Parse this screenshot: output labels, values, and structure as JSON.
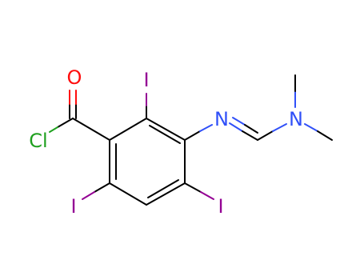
{
  "molecule": {
    "atoms": {
      "oxygen": {
        "symbol": "O"
      },
      "chlorine": {
        "symbol": "Cl"
      },
      "iodine_top": {
        "symbol": "I"
      },
      "iodine_left": {
        "symbol": "I"
      },
      "iodine_right": {
        "symbol": "I"
      },
      "nitrogen_imine": {
        "symbol": "N"
      },
      "nitrogen_amine": {
        "symbol": "N"
      }
    }
  },
  "colors": {
    "carbon_bond": "#000000",
    "oxygen": "#ff0d0d",
    "chlorine": "#1fa01f",
    "iodine": "#940094",
    "nitrogen": "#3050f8"
  }
}
